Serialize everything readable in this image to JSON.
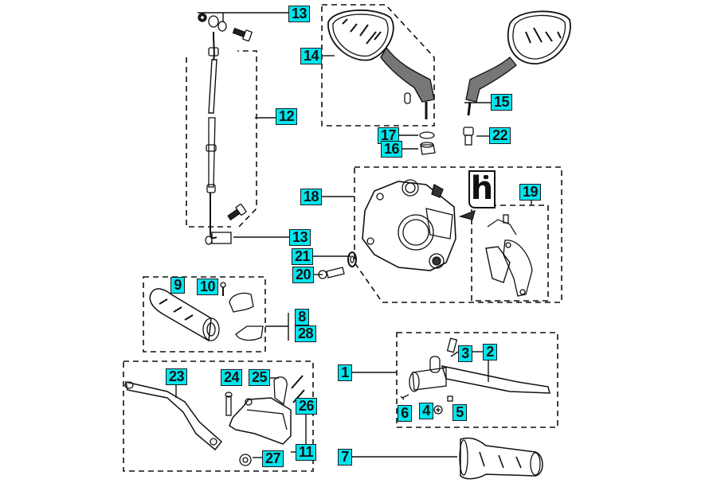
{
  "diagram": {
    "title": "Handlebar controls, brake caliper, mirrors and grips exploded parts diagram",
    "label_color": "#00e5ee",
    "line_color": "#111111",
    "callouts": [
      {
        "id": "c13a",
        "label": "13",
        "part": "banjo-bolt-washers-top"
      },
      {
        "id": "c14",
        "label": "14",
        "part": "left-mirror"
      },
      {
        "id": "c12",
        "label": "12",
        "part": "brake-hose"
      },
      {
        "id": "c15",
        "label": "15",
        "part": "right-mirror"
      },
      {
        "id": "c17",
        "label": "17",
        "part": "mirror-washer"
      },
      {
        "id": "c22",
        "label": "22",
        "part": "mirror-adapter"
      },
      {
        "id": "c16",
        "label": "16",
        "part": "mirror-nut"
      },
      {
        "id": "c18",
        "label": "18",
        "part": "brake-caliper"
      },
      {
        "id": "c19",
        "label": "19",
        "part": "brake-pads"
      },
      {
        "id": "c13b",
        "label": "13",
        "part": "banjo-bolt-washers-bottom"
      },
      {
        "id": "c21",
        "label": "21",
        "part": "caliper-washer"
      },
      {
        "id": "c20",
        "label": "20",
        "part": "caliper-bolt"
      },
      {
        "id": "c9",
        "label": "9",
        "part": "left-grip"
      },
      {
        "id": "c10",
        "label": "10",
        "part": "screw"
      },
      {
        "id": "c8",
        "label": "8",
        "part": "throttle-housing-upper"
      },
      {
        "id": "c28",
        "label": "28",
        "part": "throttle-housing-lower"
      },
      {
        "id": "c3",
        "label": "3",
        "part": "pivot-bolt"
      },
      {
        "id": "c2",
        "label": "2",
        "part": "left-lever"
      },
      {
        "id": "c1",
        "label": "1",
        "part": "left-lever-assembly"
      },
      {
        "id": "c6",
        "label": "6",
        "part": "screw"
      },
      {
        "id": "c4",
        "label": "4",
        "part": "nut"
      },
      {
        "id": "c5",
        "label": "5",
        "part": "switch"
      },
      {
        "id": "c23",
        "label": "23",
        "part": "right-brake-lever"
      },
      {
        "id": "c24",
        "label": "24",
        "part": "lever-pivot-bolt"
      },
      {
        "id": "c25",
        "label": "25",
        "part": "clamp"
      },
      {
        "id": "c26",
        "label": "26",
        "part": "clamp-bolts"
      },
      {
        "id": "c11",
        "label": "11",
        "part": "master-cylinder-assembly"
      },
      {
        "id": "c27",
        "label": "27",
        "part": "nut"
      },
      {
        "id": "c7",
        "label": "7",
        "part": "right-grip"
      }
    ],
    "brake_fluid_icon": "h"
  }
}
